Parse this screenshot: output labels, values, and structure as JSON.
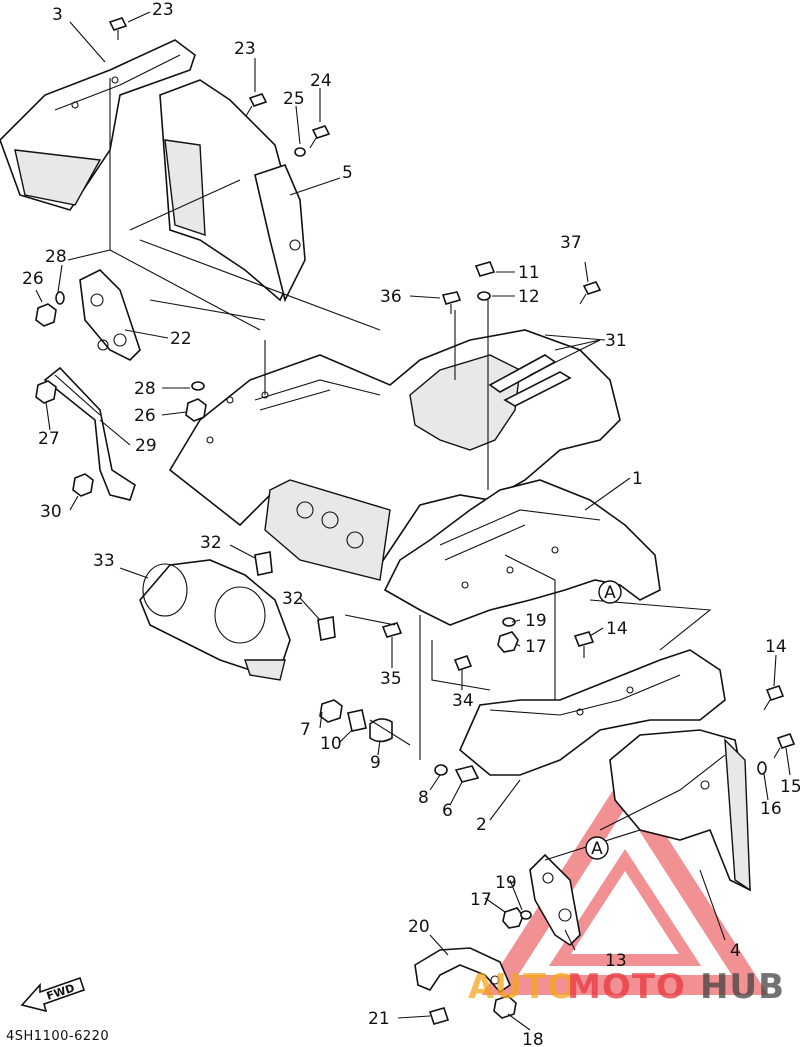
{
  "diagram": {
    "drawing_code": "4SH1100-6220",
    "fwd_label": "FWD",
    "callouts": {
      "c1": "1",
      "c2": "2",
      "c3": "3",
      "c4": "4",
      "c5": "5",
      "c6": "6",
      "c7": "7",
      "c8": "8",
      "c9": "9",
      "c10": "10",
      "c11": "11",
      "c12": "12",
      "c13": "13",
      "c14a": "14",
      "c14b": "14",
      "c15": "15",
      "c16": "16",
      "c17a": "17",
      "c17b": "17",
      "c18": "18",
      "c19a": "19",
      "c19b": "19",
      "c20": "20",
      "c21": "21",
      "c22": "22",
      "c23a": "23",
      "c23b": "23",
      "c24": "24",
      "c25": "25",
      "c26a": "26",
      "c26b": "26",
      "c27": "27",
      "c28a": "28",
      "c28b": "28",
      "c29": "29",
      "c30": "30",
      "c31": "31",
      "c32a": "32",
      "c32b": "32",
      "c33": "33",
      "c34": "34",
      "c35": "35",
      "c36": "36",
      "c37": "37"
    },
    "ref_markers": {
      "a1": "A",
      "a2": "A"
    },
    "dimensions_note": ""
  },
  "watermark": {
    "text_auto": "AUTO",
    "text_moto": "MOTO",
    "text_hub": "HUB",
    "color_primary": "#e8383d",
    "color_secondary": "#f2a71b",
    "color_dark": "#444444"
  }
}
